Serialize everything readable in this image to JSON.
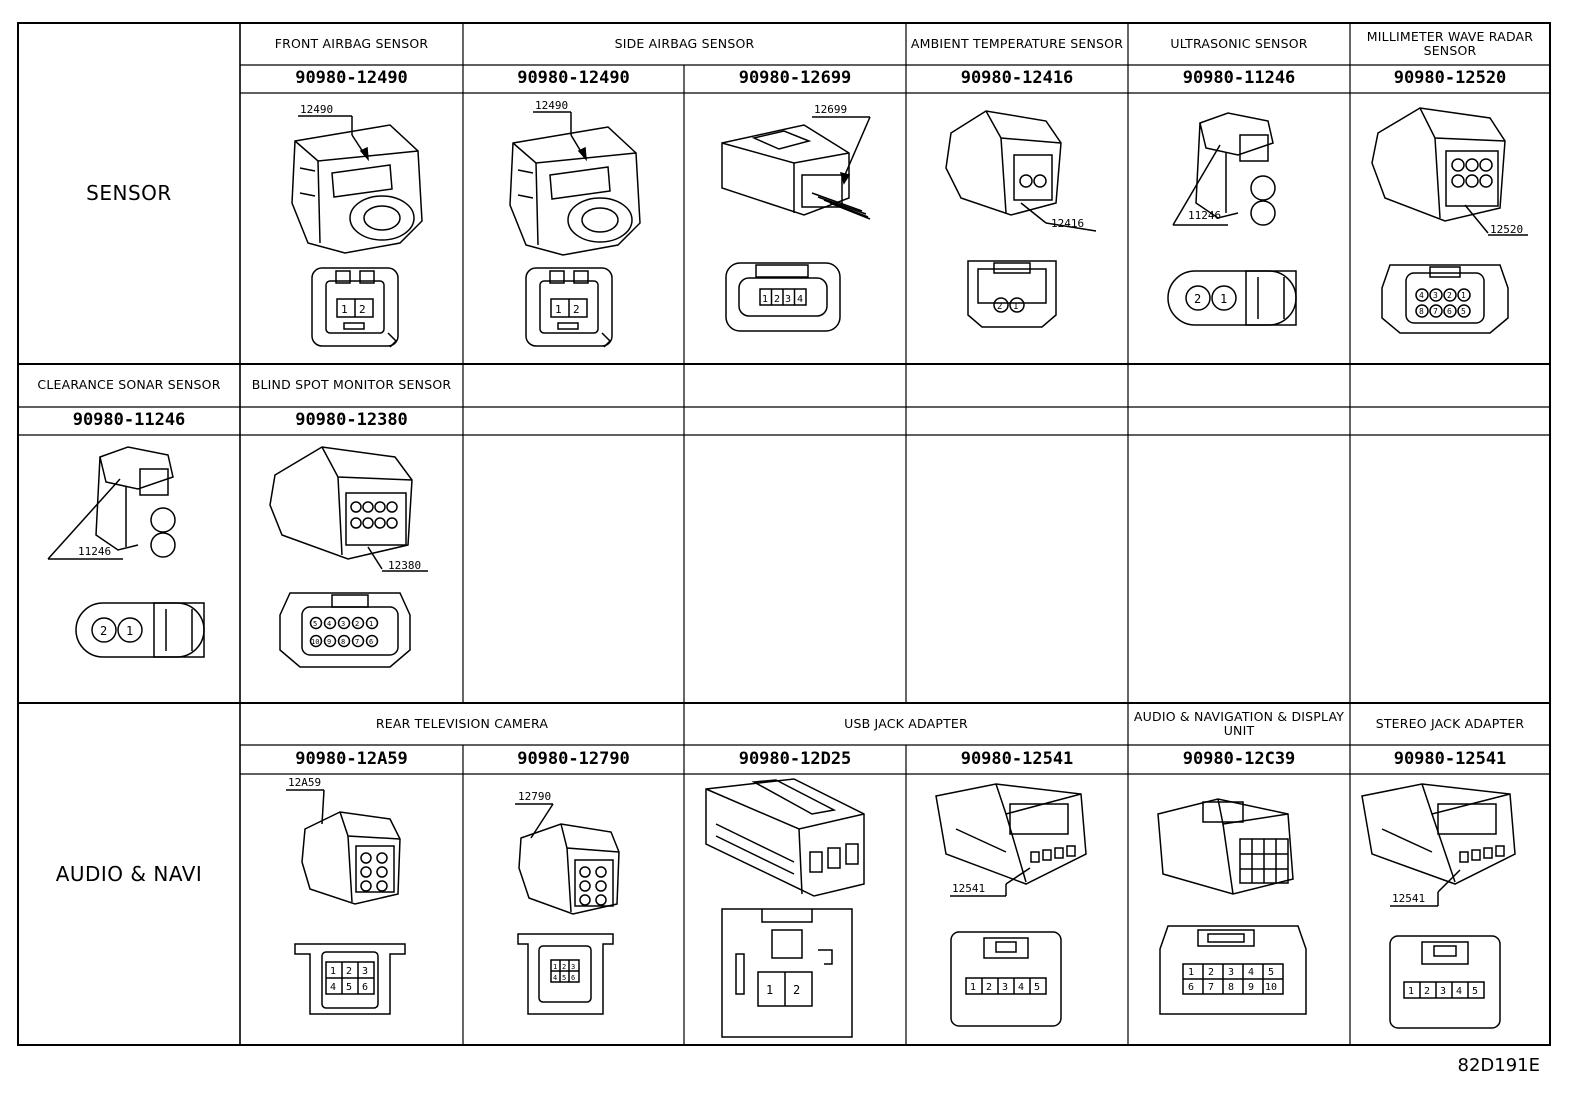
{
  "footer_code": "82D191E",
  "sections": [
    {
      "category": "SENSOR",
      "columns": [
        {
          "header": "FRONT AIRBAG SENSOR",
          "part": "90980-12490",
          "callout": "12490",
          "pins": [
            "1",
            "2"
          ]
        },
        {
          "header": "SIDE AIRBAG SENSOR",
          "part": "90980-12490",
          "callout": "12490",
          "pins": [
            "1",
            "2"
          ]
        },
        {
          "header": "",
          "part": "90980-12699",
          "callout": "12699",
          "pins": [
            "1",
            "2",
            "3",
            "4"
          ]
        },
        {
          "header": "AMBIENT TEMPERATURE SENSOR",
          "part": "90980-12416",
          "callout": "12416",
          "pins": [
            "2",
            "1"
          ]
        },
        {
          "header": "ULTRASONIC SENSOR",
          "part": "90980-11246",
          "callout": "11246",
          "pins": [
            "2",
            "1"
          ]
        },
        {
          "header": "MILLIMETER WAVE RADAR SENSOR",
          "part": "90980-12520",
          "callout": "12520",
          "pins": [
            "4",
            "3",
            "2",
            "1",
            "8",
            "7",
            "6",
            "5"
          ]
        }
      ]
    },
    {
      "category": "",
      "columns": [
        {
          "header": "CLEARANCE SONAR SENSOR",
          "part": "90980-11246",
          "callout": "11246",
          "pins": [
            "2",
            "1"
          ]
        },
        {
          "header": "BLIND SPOT MONITOR SENSOR",
          "part": "90980-12380",
          "callout": "12380",
          "pins": [
            "5",
            "4",
            "3",
            "2",
            "1",
            "10",
            "9",
            "8",
            "7",
            "6"
          ]
        }
      ]
    },
    {
      "category": "AUDIO & NAVI",
      "columns": [
        {
          "header": "REAR TELEVISION CAMERA",
          "part": "90980-12A59",
          "callout": "12A59",
          "pins": [
            "1",
            "2",
            "3",
            "4",
            "5",
            "6"
          ]
        },
        {
          "header": "",
          "part": "90980-12790",
          "callout": "12790",
          "pins": [
            "1",
            "2",
            "3",
            "4",
            "5",
            "6"
          ]
        },
        {
          "header": "USB JACK ADAPTER",
          "part": "90980-12D25",
          "callout": "",
          "pins": [
            "1",
            "2"
          ]
        },
        {
          "header": "",
          "part": "90980-12541",
          "callout": "12541",
          "pins": [
            "1",
            "2",
            "3",
            "4",
            "5"
          ]
        },
        {
          "header": "AUDIO & NAVIGATION & DISPLAY UNIT",
          "part": "90980-12C39",
          "callout": "",
          "pins": [
            "1",
            "2",
            "3",
            "4",
            "5",
            "6",
            "7",
            "8",
            "9",
            "10"
          ]
        },
        {
          "header": "STEREO JACK ADAPTER",
          "part": "90980-12541",
          "callout": "12541",
          "pins": [
            "1",
            "2",
            "3",
            "4",
            "5"
          ]
        }
      ]
    }
  ]
}
